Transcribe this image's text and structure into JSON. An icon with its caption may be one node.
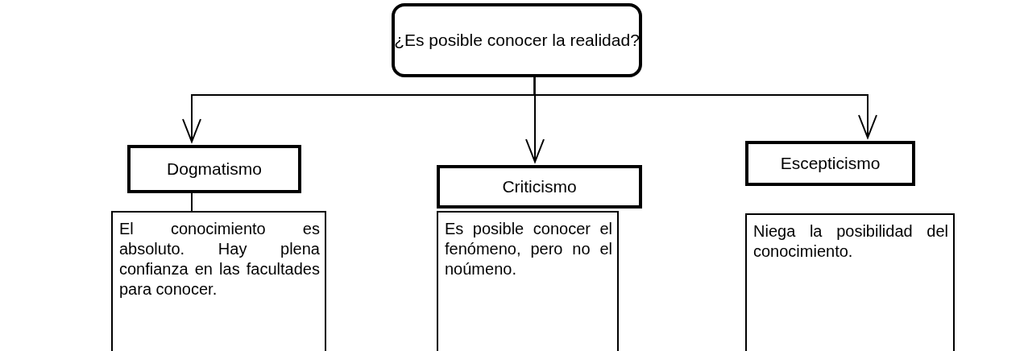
{
  "diagram": {
    "nodes": [
      {
        "text": [
          "¿Es posible conocer la realidad?"
        ]
      },
      {
        "text": [
          "Dogmatismo"
        ]
      },
      {
        "text": [
          "Criticismo"
        ]
      },
      {
        "text": [
          "Escepticismo"
        ]
      },
      {
        "text": [
          "El conocimiento es absoluto. Hay plena confianza en las facultades para conocer."
        ]
      },
      {
        "text": [
          "Es posible conocer el fenómeno, pero no el noúmeno."
        ]
      },
      {
        "text": [
          "Niega la posibilidad del conocimiento."
        ]
      }
    ],
    "edges": [
      {
        "from": 0,
        "to": 1,
        "arrow": "to"
      },
      {
        "from": 0,
        "to": 2,
        "arrow": "to"
      },
      {
        "from": 0,
        "to": 3,
        "arrow": "to"
      },
      {
        "from": 1,
        "to": 4,
        "arrow": "none"
      }
    ]
  }
}
